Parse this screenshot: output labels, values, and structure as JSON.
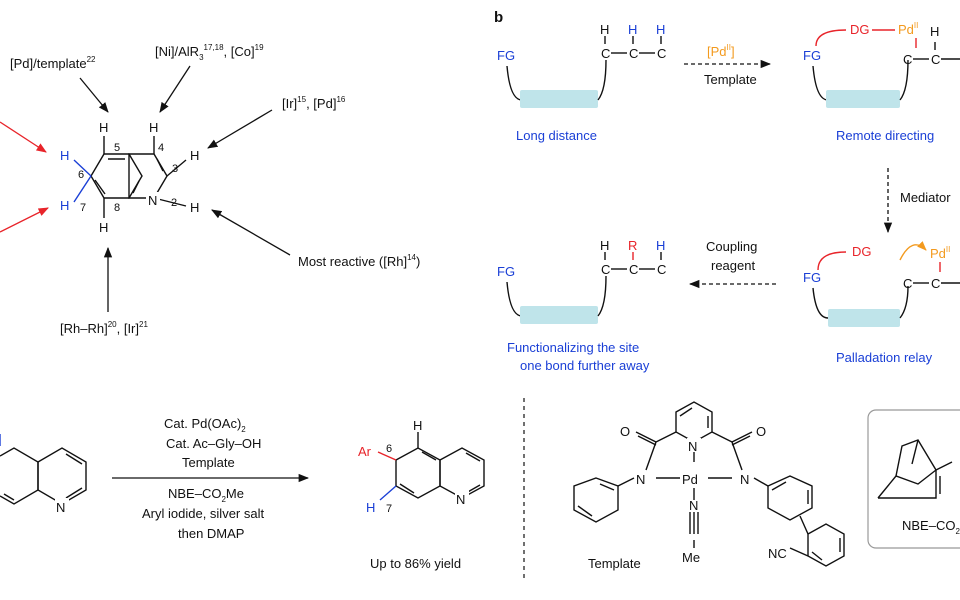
{
  "panel_a": {
    "labels": {
      "pd_template": "[Pd]/template",
      "pd_template_ref": "22",
      "ni_pre": "[Ni]/AlR",
      "ni_sub": "3",
      "ni_ref": "17,18",
      "ni_post": ", [Co]",
      "co_ref": "19",
      "ir_pre": "[Ir]",
      "ir_ref": "15",
      "ir_mid": ", [Pd]",
      "pd_ref": "16",
      "rh_pre": "Most reactive ([Rh]",
      "rh_ref": "14",
      "rh_post": ")",
      "rhrh_pre": "[Rh–Rh]",
      "rhrh_ref": "20",
      "rhrh_mid": ", [Ir]",
      "ir2_ref": "21"
    },
    "atoms": {
      "H": "H",
      "N": "N",
      "n2": "2",
      "n3": "3",
      "n4": "4",
      "n5": "5",
      "n6": "6",
      "n7": "7",
      "n8": "8"
    }
  },
  "panel_b": {
    "tag": "b",
    "H": "H",
    "C": "C",
    "R": "R",
    "FG": "FG",
    "DG": "DG",
    "Pd": "Pd",
    "Pd_ox": "II",
    "pd_reagent": "[Pd",
    "pd_reagent_ox": "II",
    "pd_reagent_close": "]",
    "template": "Template",
    "long_distance": "Long distance",
    "remote_directing": "Remote directing",
    "mediator": "Mediator",
    "coupling_line1": "Coupling",
    "coupling_line2": "reagent",
    "functionalizing_line1": "Functionalizing the site",
    "functionalizing_line2": "one bond further away",
    "palladation_relay": "Palladation relay"
  },
  "panel_c": {
    "cond1": "Cat. Pd(OAc)",
    "cond1_sub": "2",
    "cond2": "Cat. Ac–Gly–OH",
    "cond3": "Template",
    "cond4": "NBE–CO",
    "cond4_sub": "2",
    "cond4_post": "Me",
    "cond5": "Aryl iodide, silver salt",
    "cond6": "then DMAP",
    "Ar": "Ar",
    "N": "N",
    "H": "H",
    "n6": "6",
    "n7": "7",
    "yield": "Up to 86% yield",
    "template_label": "Template",
    "O": "O",
    "Pd": "Pd",
    "Me": "Me",
    "NC": "NC",
    "nbe_label": "NBE–CO",
    "nbe_sub": "2"
  }
}
